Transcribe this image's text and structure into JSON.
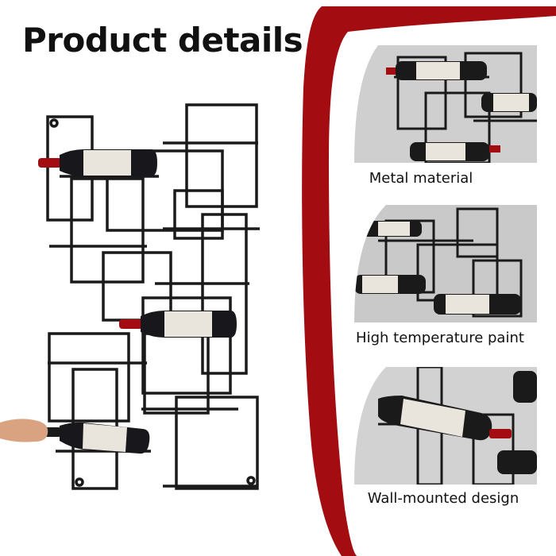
{
  "page": {
    "title": "Product details"
  },
  "features": [
    {
      "label": "Metal material",
      "icon": "wine-rack-closeup-photo"
    },
    {
      "label": "High temperature paint",
      "icon": "wine-rack-paint-photo"
    },
    {
      "label": "Wall-mounted design",
      "icon": "wine-rack-wall-photo"
    }
  ],
  "colors": {
    "accent_red": "#a30d12",
    "frame_black": "#1a1a1a",
    "bottle_label": "#e9e4dc",
    "photo_wall": "#c9c9c9"
  }
}
